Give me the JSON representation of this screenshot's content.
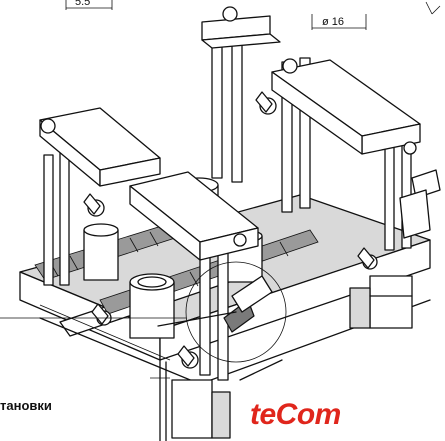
{
  "dimensions": {
    "top_left_value": "5.5",
    "top_right_value": "ø 16"
  },
  "caption_text": "тановки",
  "logo": {
    "text": "teCom",
    "color": "#e0261c"
  }
}
